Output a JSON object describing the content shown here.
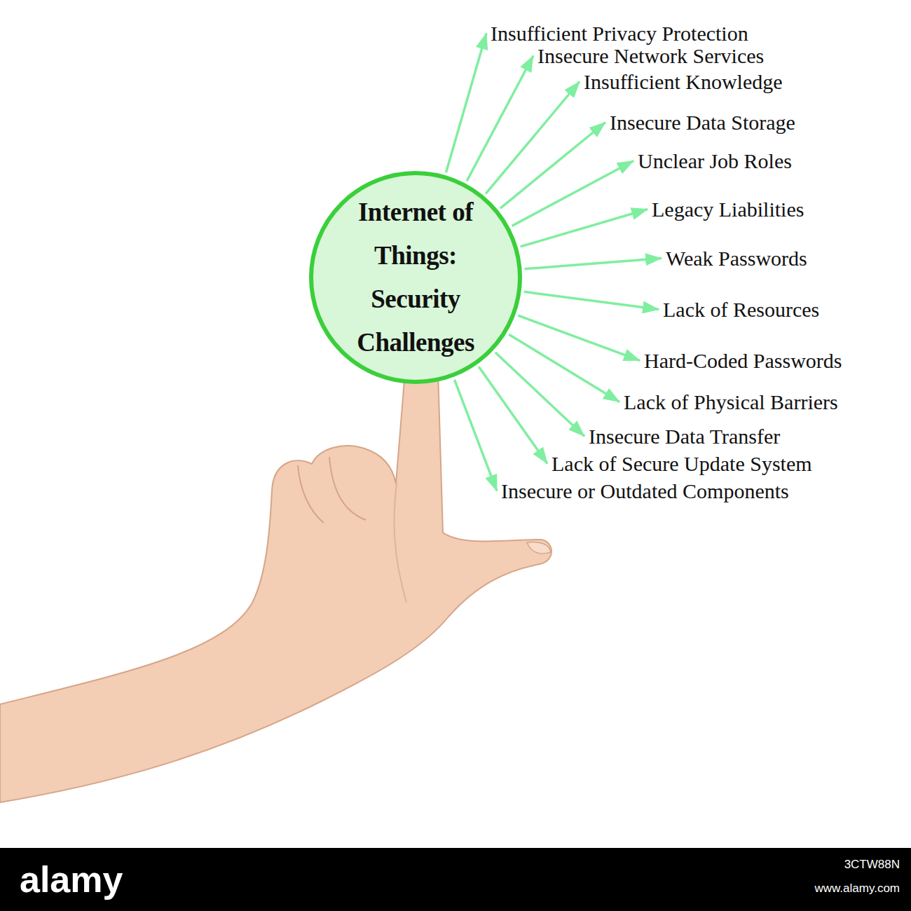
{
  "diagram": {
    "nodes": [
      {
        "text": [
          "Internet of Things: Security Challenges"
        ]
      },
      {
        "text": [
          "Insufficient Privacy Protection"
        ]
      },
      {
        "text": [
          "Insecure Network Services"
        ]
      },
      {
        "text": [
          "Insufficient Knowledge"
        ]
      },
      {
        "text": [
          "Insecure Data Storage"
        ]
      },
      {
        "text": [
          "Unclear Job Roles"
        ]
      },
      {
        "text": [
          "Legacy Liabilities"
        ]
      },
      {
        "text": [
          "Weak Passwords"
        ]
      },
      {
        "text": [
          "Lack of Resources"
        ]
      },
      {
        "text": [
          "Hard-Coded Passwords"
        ]
      },
      {
        "text": [
          "Lack of Physical Barriers"
        ]
      },
      {
        "text": [
          "Insecure Data Transfer"
        ]
      },
      {
        "text": [
          "Lack of Secure Update System"
        ]
      },
      {
        "text": [
          "Insecure or Outdated Components"
        ]
      }
    ],
    "edges": [
      {
        "from": 0,
        "to": 1,
        "arrow": "to"
      },
      {
        "from": 0,
        "to": 2,
        "arrow": "to"
      },
      {
        "from": 0,
        "to": 3,
        "arrow": "to"
      },
      {
        "from": 0,
        "to": 4,
        "arrow": "to"
      },
      {
        "from": 0,
        "to": 5,
        "arrow": "to"
      },
      {
        "from": 0,
        "to": 6,
        "arrow": "to"
      },
      {
        "from": 0,
        "to": 7,
        "arrow": "to"
      },
      {
        "from": 0,
        "to": 8,
        "arrow": "to"
      },
      {
        "from": 0,
        "to": 9,
        "arrow": "to"
      },
      {
        "from": 0,
        "to": 10,
        "arrow": "to"
      },
      {
        "from": 0,
        "to": 11,
        "arrow": "to"
      },
      {
        "from": 0,
        "to": 12,
        "arrow": "to"
      },
      {
        "from": 0,
        "to": 13,
        "arrow": "to"
      }
    ],
    "labels": [
      "alamy",
      "3CTW88N",
      "www.alamy.com"
    ]
  }
}
